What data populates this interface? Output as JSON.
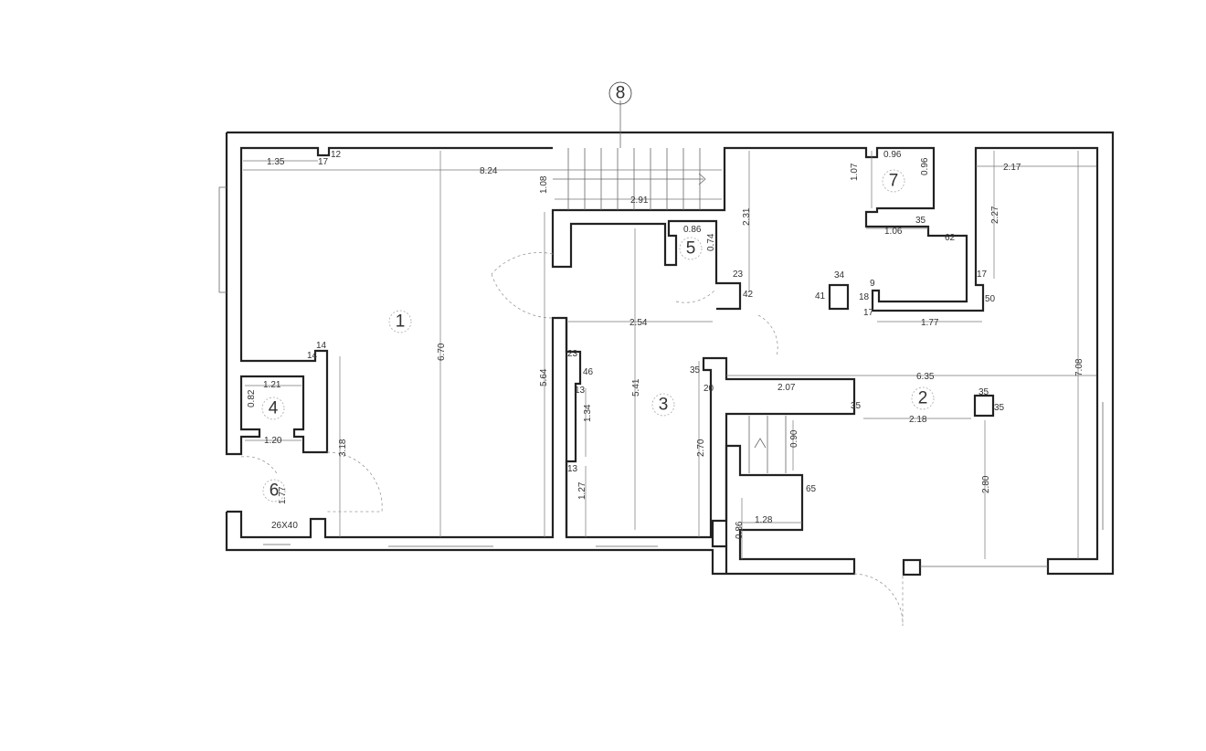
{
  "plan": {
    "rooms": [
      "1",
      "2",
      "3",
      "4",
      "5",
      "6",
      "7",
      "8"
    ],
    "dimensions": [
      "1.35",
      "17",
      "12",
      "8.24",
      "1.08",
      "2.91",
      "0.86",
      "0.74",
      "2.31",
      "0.96",
      "0.96",
      "1.07",
      "1.06",
      "35",
      "62",
      "2.17",
      "2.27",
      "17",
      "50",
      "34",
      "41",
      "9",
      "18",
      "17",
      "1.77",
      "23",
      "42",
      "2.54",
      "14",
      "14",
      "1.21",
      "0.82",
      "1.20",
      "3.18",
      "1.77",
      "26X40",
      "6.70",
      "5.64",
      "23",
      "46",
      "13",
      "1.34",
      "13",
      "1.27",
      "5.41",
      "2.70",
      "35",
      "20",
      "2.07",
      "6.35",
      "35",
      "2.18",
      "35",
      "35",
      "7.08",
      "0.90",
      "65",
      "1.28",
      "0.86",
      "2.80"
    ]
  }
}
